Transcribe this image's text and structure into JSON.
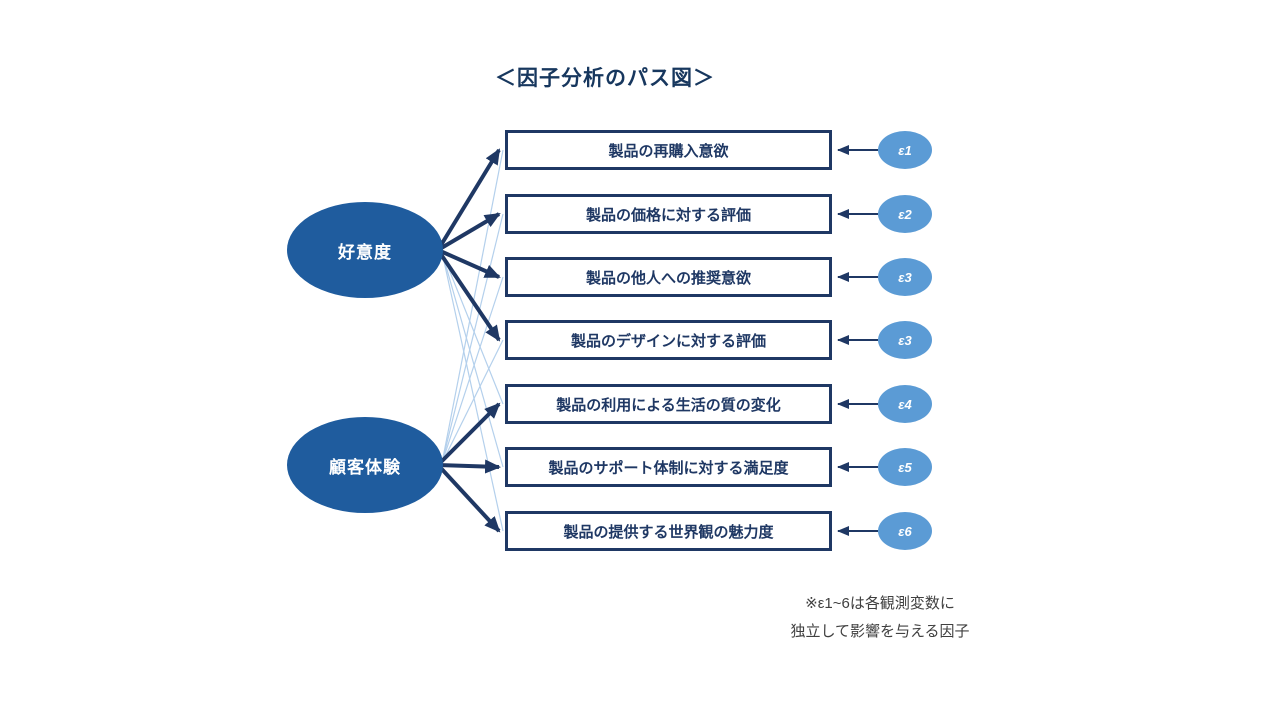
{
  "title": "＜因子分析のパス図＞",
  "factors": [
    {
      "label": "好意度"
    },
    {
      "label": "顧客体験"
    }
  ],
  "variables": [
    {
      "label": "製品の再購入意欲",
      "error": "ε1"
    },
    {
      "label": "製品の価格に対する評価",
      "error": "ε2"
    },
    {
      "label": "製品の他人への推奨意欲",
      "error": "ε3"
    },
    {
      "label": "製品のデザインに対する評価",
      "error": "ε3"
    },
    {
      "label": "製品の利用による生活の質の変化",
      "error": "ε4"
    },
    {
      "label": "製品のサポート体制に対する満足度",
      "error": "ε5"
    },
    {
      "label": "製品の提供する世界観の魅力度",
      "error": "ε6"
    }
  ],
  "note": {
    "line1": "※ε1~6は各観測変数に",
    "line2": "独立して影響を与える因子"
  },
  "colors": {
    "factor_fill": "#1F5C9E",
    "box_border": "#1F3864",
    "box_text": "#1F3864",
    "error_fill": "#5B9BD5",
    "arrow_dark": "#1F3864",
    "cross_line_light": "#B4D0EC",
    "title_text": "#17375E"
  }
}
